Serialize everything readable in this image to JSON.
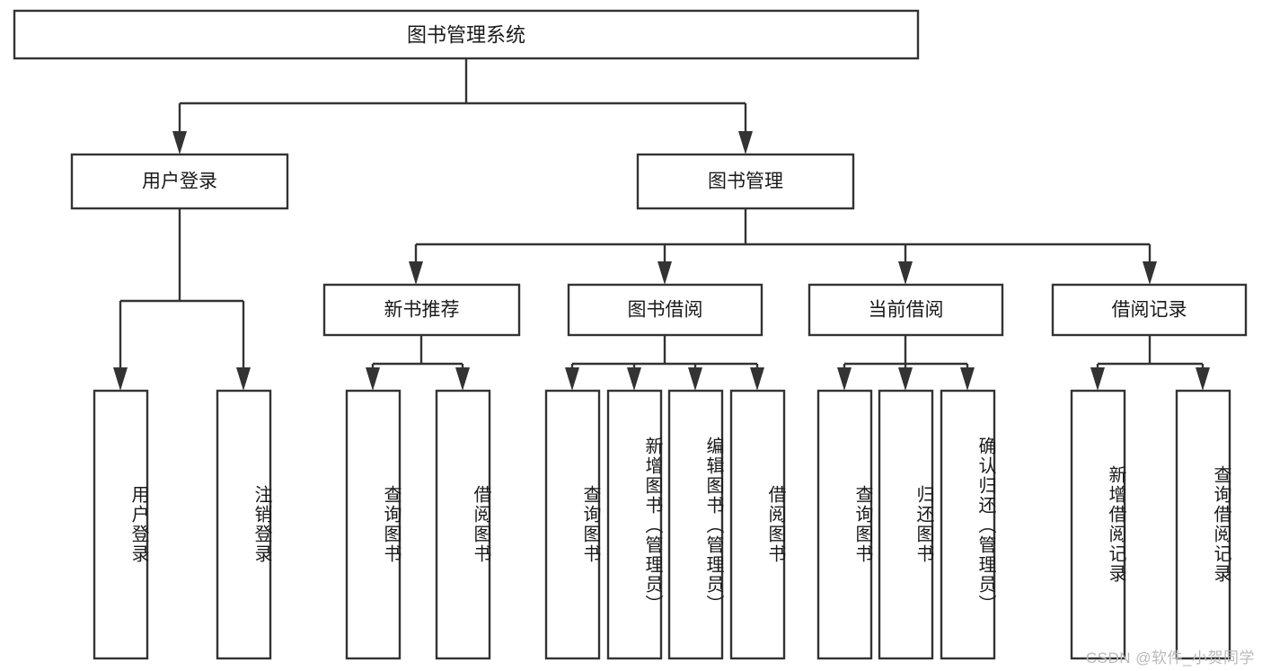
{
  "diagram": {
    "title": "图书管理系统",
    "type": "tree-hierarchy",
    "watermark": "CSDN @软件_小贺同学",
    "colors": {
      "background": "#ffffff",
      "box_fill": "#ffffff",
      "box_stroke": "#333333",
      "text": "#1a1a1a",
      "watermark": "#b9b9b9"
    },
    "root": {
      "label": "图书管理系统"
    },
    "level2": [
      {
        "label": "用户登录"
      },
      {
        "label": "图书管理"
      }
    ],
    "level3": [
      {
        "label": "新书推荐"
      },
      {
        "label": "图书借阅"
      },
      {
        "label": "当前借阅"
      },
      {
        "label": "借阅记录"
      }
    ],
    "leaves": {
      "user_login": [
        {
          "label": "用户登录"
        },
        {
          "label": "注销登录"
        }
      ],
      "new_book_recommend": [
        {
          "label": "查询图书"
        },
        {
          "label": "借阅图书"
        }
      ],
      "book_borrow": [
        {
          "label": "查询图书"
        },
        {
          "label": "新增图书（管理员）"
        },
        {
          "label": "编辑图书（管理员）"
        },
        {
          "label": "借阅图书"
        }
      ],
      "current_borrow": [
        {
          "label": "查询图书"
        },
        {
          "label": "归还图书"
        },
        {
          "label": "确认归还（管理员）"
        }
      ],
      "borrow_record": [
        {
          "label": "新增借阅记录"
        },
        {
          "label": "查询借阅记录"
        }
      ]
    }
  }
}
